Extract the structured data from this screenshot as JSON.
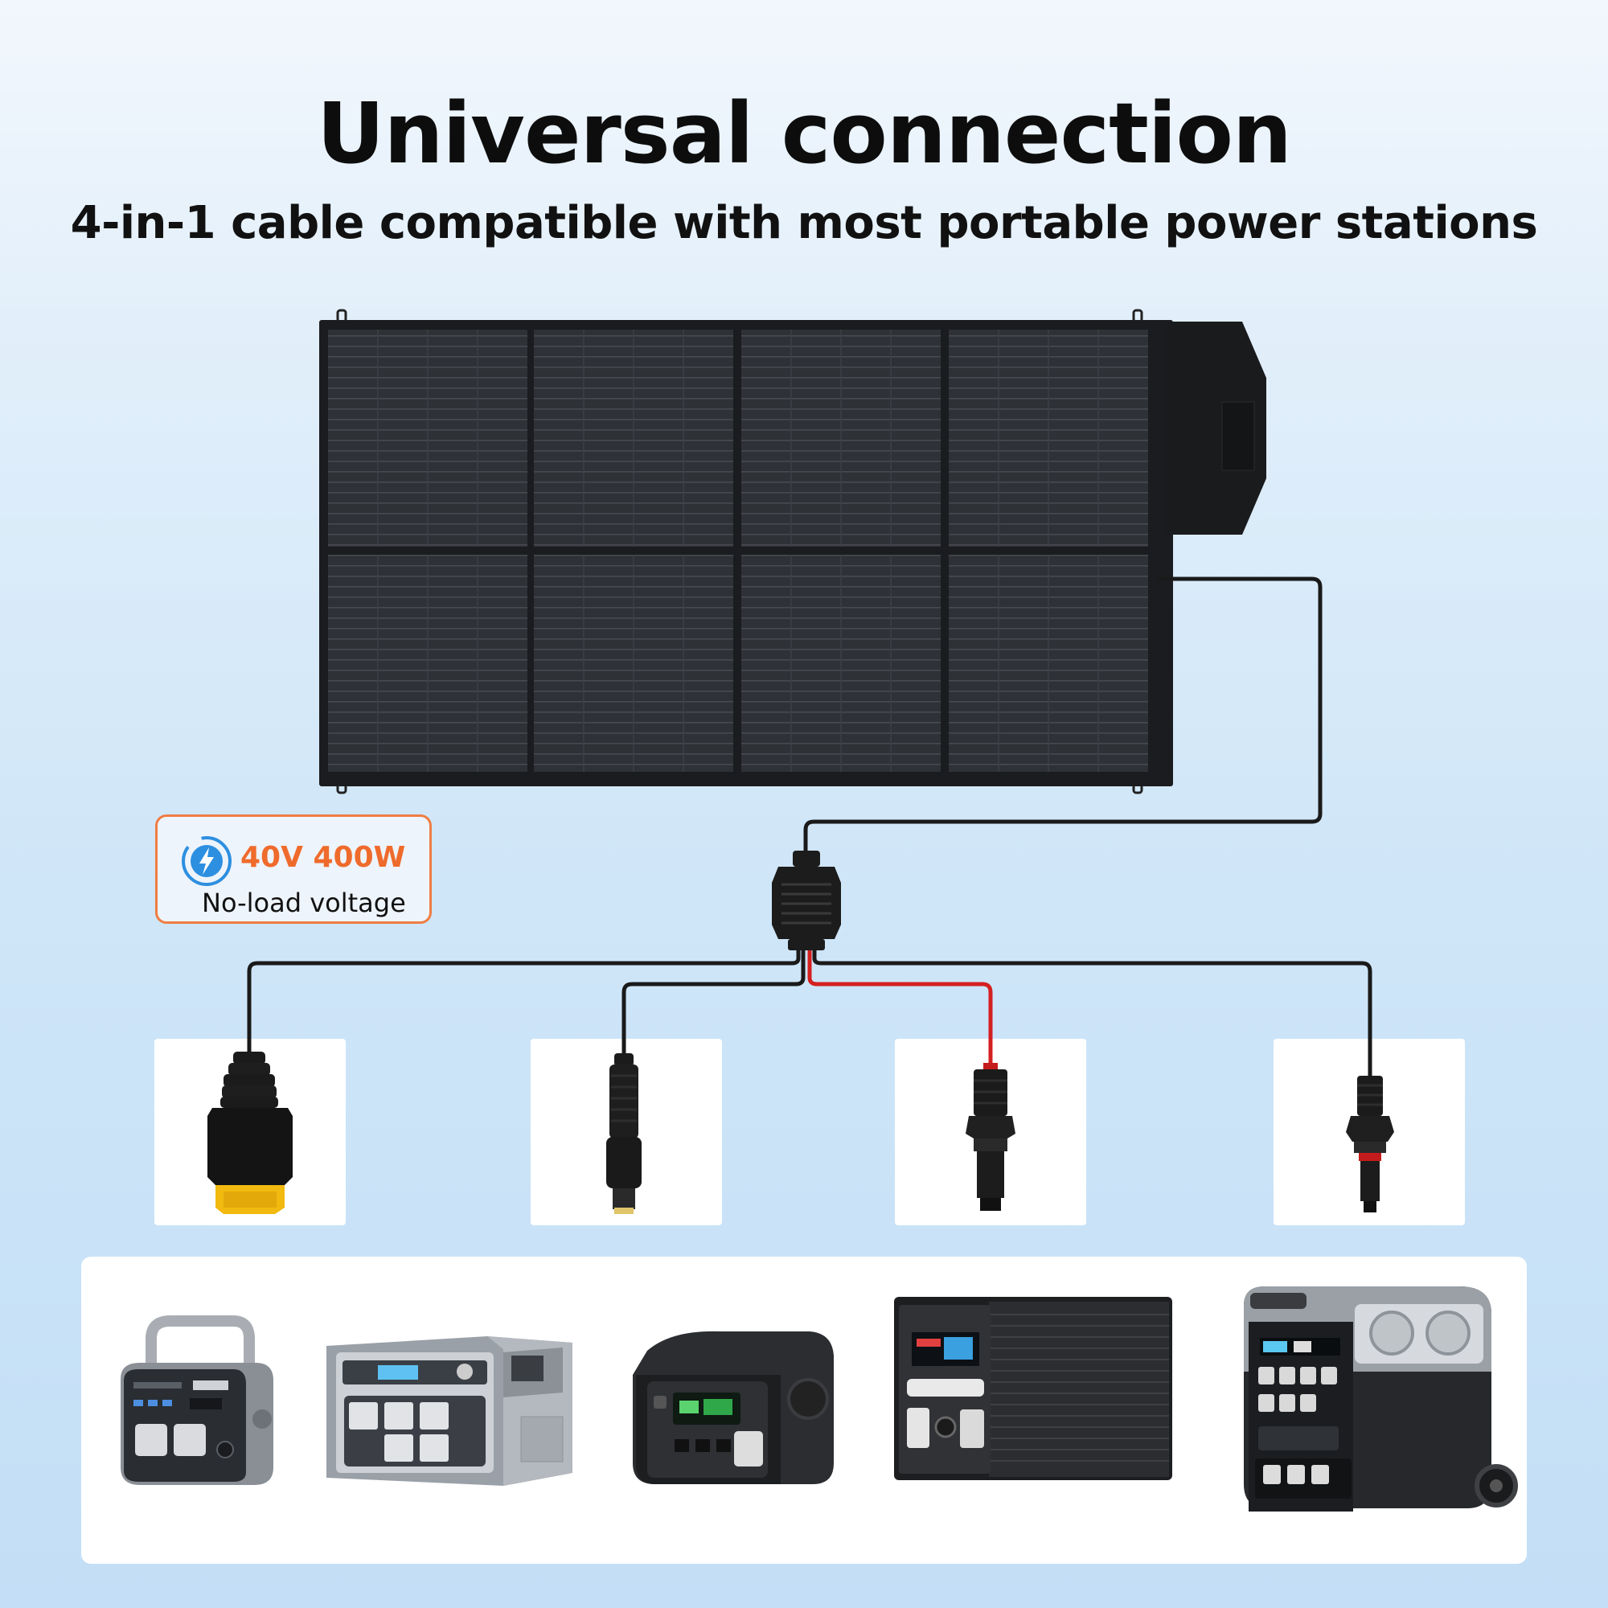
{
  "header": {
    "title": "Universal connection",
    "subtitle": "4-in-1 cable compatible with most portable power stations"
  },
  "spec_badge": {
    "value": "40V 400W",
    "label": "No-load voltage",
    "icon": "lightning-bolt-icon",
    "accent_color": "#ef6b2c"
  },
  "solar_panel": {
    "icon": "solar-panel-icon",
    "cell_rows": 2,
    "cell_columns": 4
  },
  "connectors": [
    {
      "icon": "xt60-connector-icon",
      "cable_color": "#1a1a1a"
    },
    {
      "icon": "dc-barrel-connector-icon",
      "cable_color": "#1a1a1a"
    },
    {
      "icon": "mc4-connector-red-icon",
      "cable_color": "#d42020"
    },
    {
      "icon": "mc4-connector-black-icon",
      "cable_color": "#1a1a1a"
    }
  ],
  "power_stations": [
    {
      "icon": "compact-power-station-icon"
    },
    {
      "icon": "grey-power-station-icon"
    },
    {
      "icon": "black-power-station-icon"
    },
    {
      "icon": "large-cube-power-station-icon"
    },
    {
      "icon": "wheeled-power-station-icon"
    }
  ]
}
